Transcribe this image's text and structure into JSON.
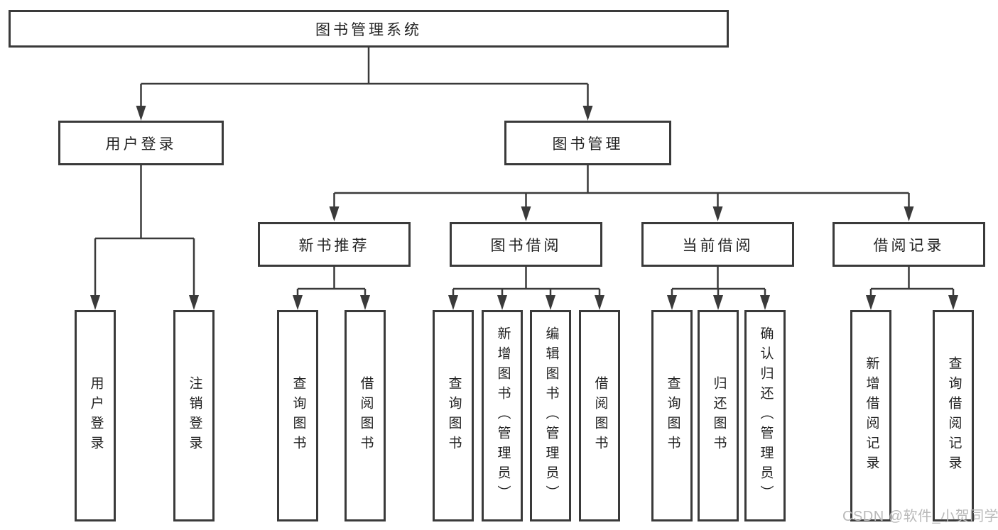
{
  "tree": {
    "root": {
      "label": "图书管理系统"
    },
    "branches": [
      {
        "label": "用户登录",
        "children": [
          {
            "label": "用户登录"
          },
          {
            "label": "注销登录"
          }
        ]
      },
      {
        "label": "图书管理",
        "children": [
          {
            "label": "新书推荐",
            "children": [
              {
                "label": "查询图书"
              },
              {
                "label": "借阅图书"
              }
            ]
          },
          {
            "label": "图书借阅",
            "children": [
              {
                "label": "查询图书"
              },
              {
                "label": "新增图书（管理员）"
              },
              {
                "label": "编辑图书（管理员）"
              },
              {
                "label": "借阅图书"
              }
            ]
          },
          {
            "label": "当前借阅",
            "children": [
              {
                "label": "查询图书"
              },
              {
                "label": "归还图书"
              },
              {
                "label": "确认归还（管理员）"
              }
            ]
          },
          {
            "label": "借阅记录",
            "children": [
              {
                "label": "新增借阅记录"
              },
              {
                "label": "查询借阅记录"
              }
            ]
          }
        ]
      }
    ]
  },
  "watermark": {
    "text": "CSDN @软件_小贺同学"
  },
  "colors": {
    "line": "#3a3a3a",
    "box_border": "#3a3a3a",
    "box_fill": "#ffffff",
    "text": "#222222",
    "background": "#ffffff",
    "watermark": "#b9b9b9"
  }
}
